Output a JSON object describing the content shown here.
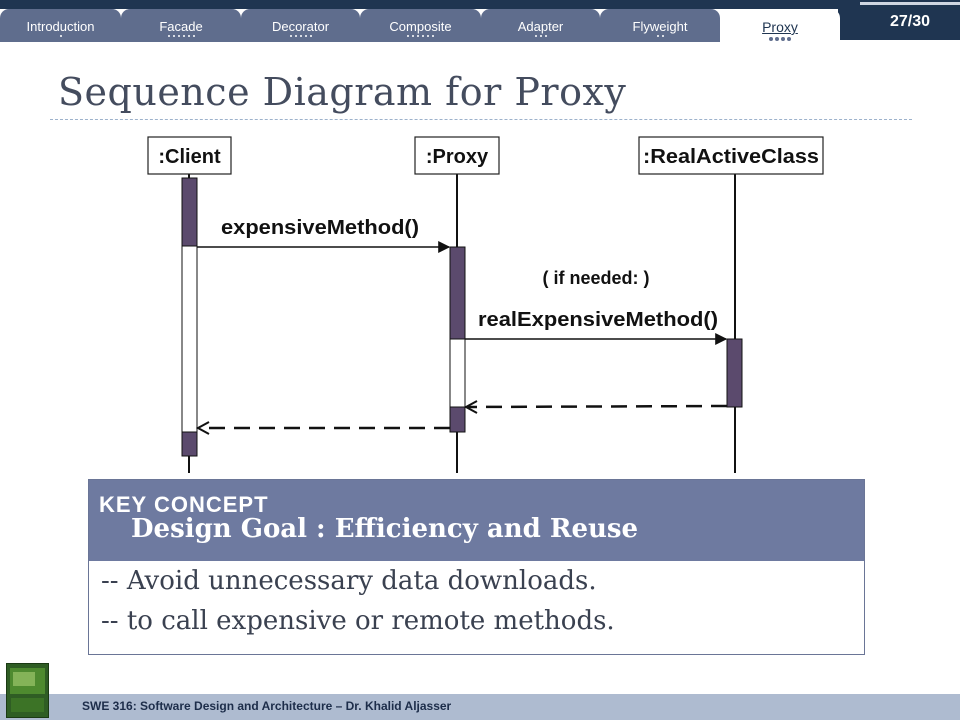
{
  "tabs": [
    {
      "label": "Introduction",
      "dots": 1,
      "active": false
    },
    {
      "label": "Facade",
      "dots": 6,
      "active": false
    },
    {
      "label": "Decorator",
      "dots": 5,
      "active": false
    },
    {
      "label": "Composite",
      "dots": 6,
      "active": false
    },
    {
      "label": "Adapter",
      "dots": 3,
      "active": false
    },
    {
      "label": "Flyweight",
      "dots": 2,
      "active": false
    },
    {
      "label": "Proxy",
      "dots": 4,
      "active": true
    }
  ],
  "page_number": "27/30",
  "title": "Sequence Diagram for Proxy",
  "diagram": {
    "participants": [
      ":Client",
      ":Proxy",
      ":RealActiveClass"
    ],
    "messages": [
      {
        "label": "expensiveMethod()",
        "from": ":Client",
        "to": ":Proxy",
        "kind": "call"
      },
      {
        "guard": "( if needed: )",
        "label": "realExpensiveMethod()",
        "from": ":Proxy",
        "to": ":RealActiveClass",
        "kind": "call"
      },
      {
        "label": "",
        "from": ":RealActiveClass",
        "to": ":Proxy",
        "kind": "return"
      },
      {
        "label": "",
        "from": ":Proxy",
        "to": ":Client",
        "kind": "return"
      }
    ]
  },
  "key_concept": {
    "label": "KEY CONCEPT",
    "heading": "Design Goal : Efficiency  and Reuse",
    "lines": [
      "-- Avoid unnecessary data downloads.",
      "-- to call expensive or remote methods."
    ]
  },
  "footer": {
    "text": "SWE 316: Software Design and Architecture – Dr. Khalid Aljasser"
  },
  "colors": {
    "tab_bg": "#5f6d8d",
    "header_dark": "#1f3551",
    "activation": "#5b4a6d",
    "key_concept_header": "#6e7aa0",
    "footer_bg": "#aebbd0"
  }
}
